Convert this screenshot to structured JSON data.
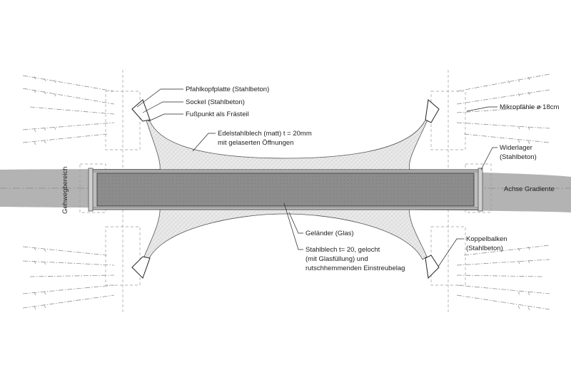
{
  "labels": {
    "pfahlkopfplatte": "Pfahlkopfplatte (Stahlbeton)",
    "sockel": "Sockel (Stahlbeton)",
    "fusspunkt": "Fußpunkt als Frästeil",
    "edelstahl_1": "Edelstahlblech (matt) t = 20mm",
    "edelstahl_2": "mit gelaserten Öffnungen",
    "mikropfaehle": "Mikropfähle ø 18cm",
    "widerlager_1": "Widerlager",
    "widerlager_2": "(Stahlbeton)",
    "gehwegbereich": "Gehwegbereich",
    "achse_gradiente": "Achse Gradiente",
    "gelaender": "Geländer (Glas)",
    "stahlblech_1": "Stahlblech t= 20, gelocht",
    "stahlblech_2": "(mit Glasfüllung) und",
    "stahlblech_3": "rutschhemmenden Einstreubelag",
    "koppelbalken_1": "Koppelbalken",
    "koppelbalken_2": "(Stahlbeton)"
  },
  "colors": {
    "path_band": "#aeaeae",
    "deck": "#8a8a8a",
    "deck_border": "#5a5a5a",
    "mesh_fill": "#e6e6e6",
    "foot": "#ffffff",
    "ink": "#222222"
  }
}
